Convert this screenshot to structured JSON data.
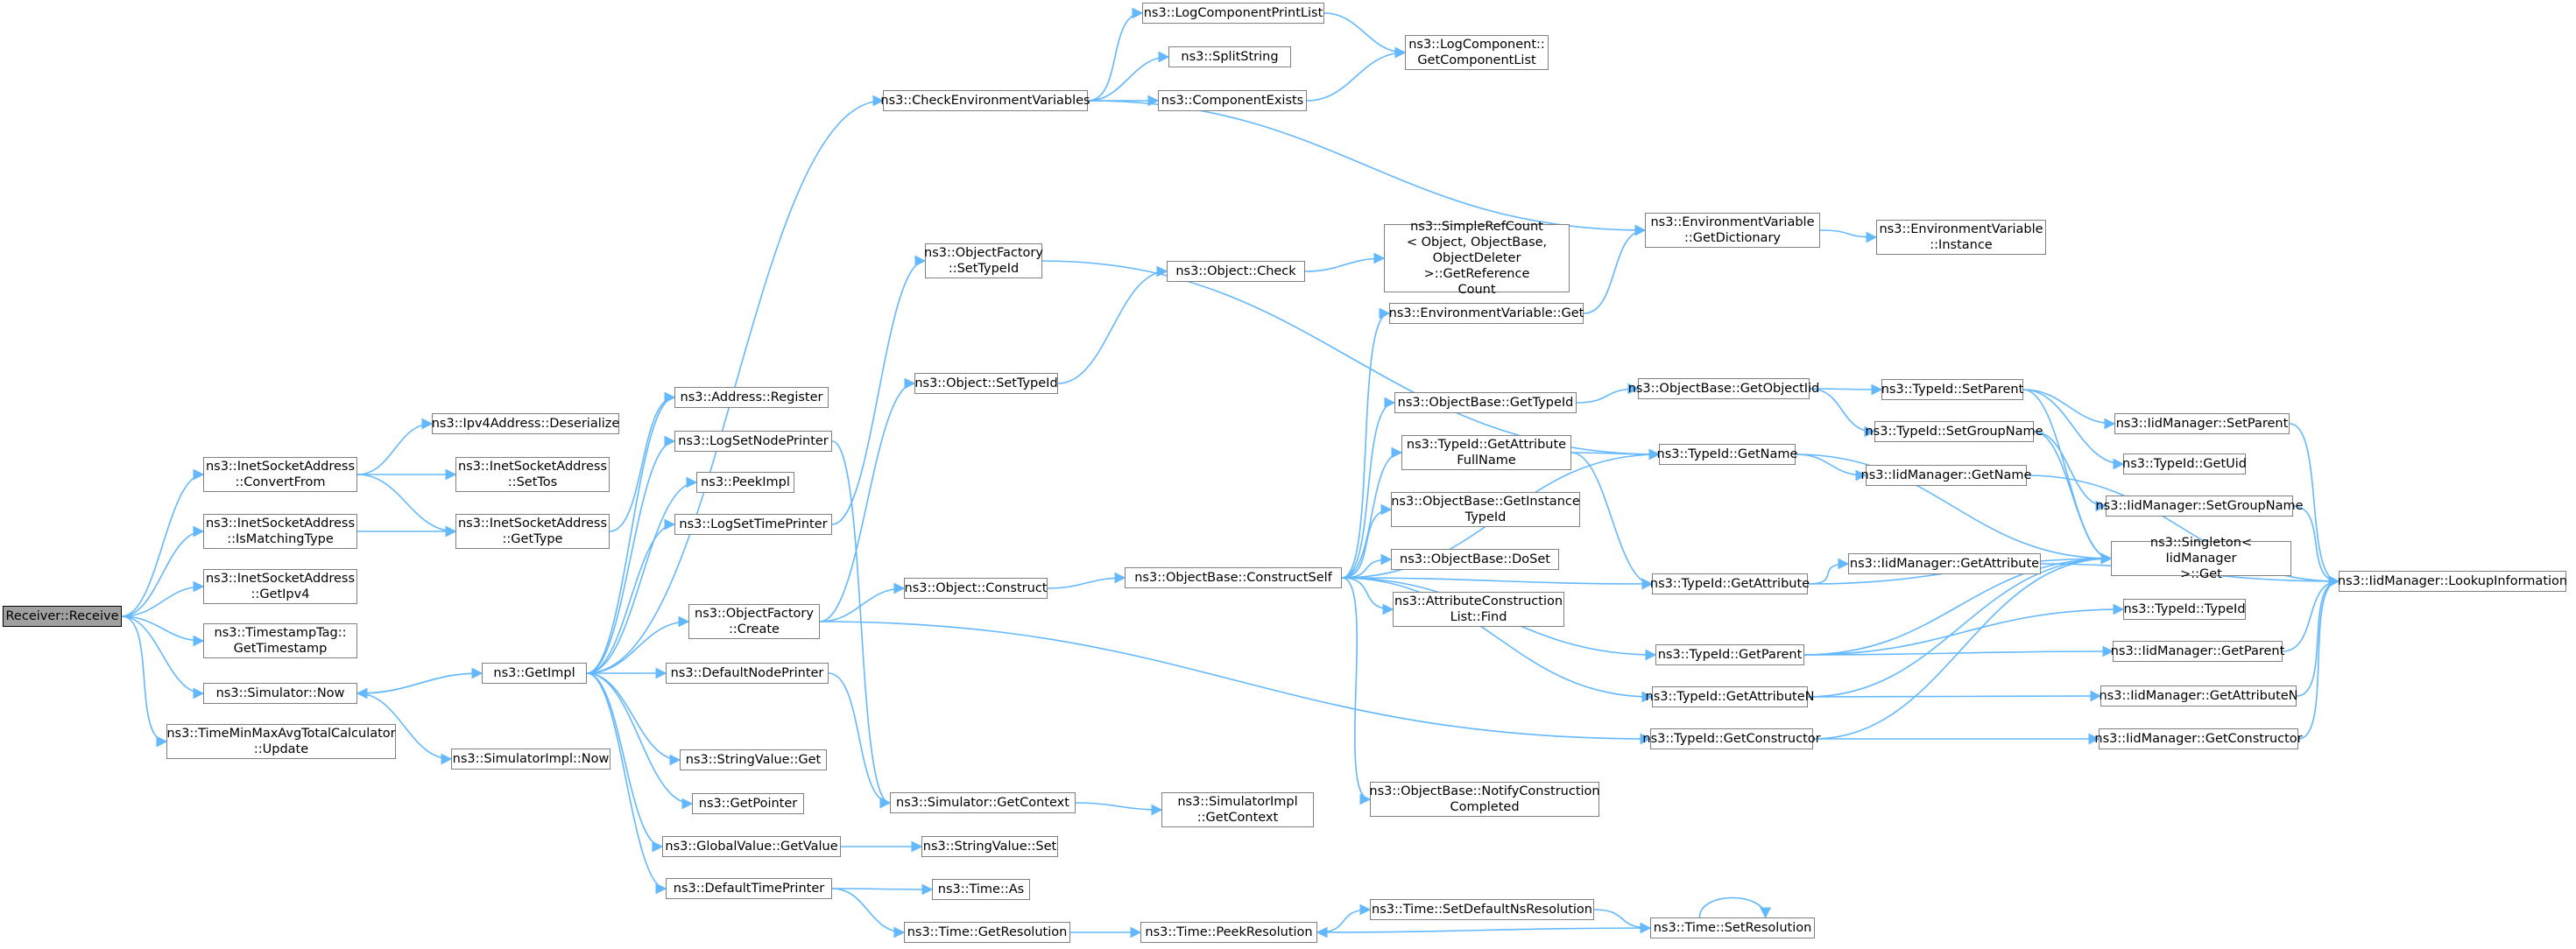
{
  "colors": {
    "edge": "#63b8ff",
    "node_border": "#808080",
    "root_fill": "#a0a0a0",
    "text": "#000000"
  },
  "nodes": [
    {
      "id": "n0",
      "label": "Receiver::Receive",
      "root": true
    },
    {
      "id": "n1",
      "label": "ns3::InetSocketAddress\n::ConvertFrom"
    },
    {
      "id": "n2",
      "label": "ns3::InetSocketAddress\n::IsMatchingType"
    },
    {
      "id": "n3",
      "label": "ns3::InetSocketAddress\n::GetIpv4"
    },
    {
      "id": "n4",
      "label": "ns3::TimestampTag::\nGetTimestamp"
    },
    {
      "id": "n5",
      "label": "ns3::Simulator::Now"
    },
    {
      "id": "n6",
      "label": "ns3::TimeMinMaxAvgTotalCalculator\n::Update"
    },
    {
      "id": "n7",
      "label": "ns3::Ipv4Address::Deserialize"
    },
    {
      "id": "n8",
      "label": "ns3::InetSocketAddress\n::SetTos"
    },
    {
      "id": "n9",
      "label": "ns3::InetSocketAddress\n::GetType"
    },
    {
      "id": "n10",
      "label": "ns3::GetImpl"
    },
    {
      "id": "n11",
      "label": "ns3::SimulatorImpl::Now"
    },
    {
      "id": "n12",
      "label": "ns3::Address::Register"
    },
    {
      "id": "n13",
      "label": "ns3::LogSetNodePrinter"
    },
    {
      "id": "n14",
      "label": "ns3::PeekImpl"
    },
    {
      "id": "n15",
      "label": "ns3::LogSetTimePrinter"
    },
    {
      "id": "n16",
      "label": "ns3::ObjectFactory\n::Create"
    },
    {
      "id": "n17",
      "label": "ns3::DefaultNodePrinter"
    },
    {
      "id": "n18",
      "label": "ns3::StringValue::Get"
    },
    {
      "id": "n19",
      "label": "ns3::GetPointer"
    },
    {
      "id": "n20",
      "label": "ns3::GlobalValue::GetValue"
    },
    {
      "id": "n21",
      "label": "ns3::DefaultTimePrinter"
    },
    {
      "id": "n22",
      "label": "ns3::CheckEnvironmentVariables"
    },
    {
      "id": "n23",
      "label": "ns3::ObjectFactory\n::SetTypeId"
    },
    {
      "id": "n24",
      "label": "ns3::Object::SetTypeId"
    },
    {
      "id": "n25",
      "label": "ns3::Object::Construct"
    },
    {
      "id": "n26",
      "label": "ns3::Simulator::GetContext"
    },
    {
      "id": "n27",
      "label": "ns3::StringValue::Set"
    },
    {
      "id": "n28",
      "label": "ns3::Time::As"
    },
    {
      "id": "n29",
      "label": "ns3::Time::GetResolution"
    },
    {
      "id": "n30",
      "label": "ns3::LogComponentPrintList"
    },
    {
      "id": "n31",
      "label": "ns3::SplitString"
    },
    {
      "id": "n32",
      "label": "ns3::ComponentExists"
    },
    {
      "id": "n33",
      "label": "ns3::Object::Check"
    },
    {
      "id": "n34",
      "label": "ns3::ObjectBase::ConstructSelf"
    },
    {
      "id": "n35",
      "label": "ns3::SimulatorImpl\n::GetContext"
    },
    {
      "id": "n36",
      "label": "ns3::Time::PeekResolution"
    },
    {
      "id": "n37",
      "label": "ns3::LogComponent::\nGetComponentList"
    },
    {
      "id": "n38",
      "label": "ns3::SimpleRefCount\n< Object, ObjectBase,\n ObjectDeleter >::GetReference\nCount"
    },
    {
      "id": "n39",
      "label": "ns3::EnvironmentVariable::Get"
    },
    {
      "id": "n40",
      "label": "ns3::ObjectBase::GetTypeId"
    },
    {
      "id": "n41",
      "label": "ns3::TypeId::GetAttribute\nFullName"
    },
    {
      "id": "n42",
      "label": "ns3::ObjectBase::GetInstance\nTypeId"
    },
    {
      "id": "n43",
      "label": "ns3::ObjectBase::DoSet"
    },
    {
      "id": "n44",
      "label": "ns3::AttributeConstruction\nList::Find"
    },
    {
      "id": "n45",
      "label": "ns3::ObjectBase::NotifyConstruction\nCompleted"
    },
    {
      "id": "n46",
      "label": "ns3::Time::SetDefaultNsResolution"
    },
    {
      "id": "n47",
      "label": "ns3::EnvironmentVariable\n::GetDictionary"
    },
    {
      "id": "n48",
      "label": "ns3::ObjectBase::GetObjectIid"
    },
    {
      "id": "n49",
      "label": "ns3::TypeId::GetName"
    },
    {
      "id": "n50",
      "label": "ns3::TypeId::GetAttribute"
    },
    {
      "id": "n51",
      "label": "ns3::TypeId::GetParent"
    },
    {
      "id": "n52",
      "label": "ns3::TypeId::GetAttributeN"
    },
    {
      "id": "n53",
      "label": "ns3::TypeId::GetConstructor"
    },
    {
      "id": "n54",
      "label": "ns3::Time::SetResolution"
    },
    {
      "id": "n55",
      "label": "ns3::EnvironmentVariable\n::Instance"
    },
    {
      "id": "n56",
      "label": "ns3::TypeId::SetParent"
    },
    {
      "id": "n57",
      "label": "ns3::TypeId::SetGroupName"
    },
    {
      "id": "n58",
      "label": "ns3::IidManager::GetName"
    },
    {
      "id": "n59",
      "label": "ns3::IidManager::GetAttribute"
    },
    {
      "id": "n60",
      "label": "ns3::Singleton< IidManager\n >::Get"
    },
    {
      "id": "n61",
      "label": "ns3::TypeId::TypeId"
    },
    {
      "id": "n62",
      "label": "ns3::IidManager::GetParent"
    },
    {
      "id": "n63",
      "label": "ns3::IidManager::GetAttributeN"
    },
    {
      "id": "n64",
      "label": "ns3::IidManager::GetConstructor"
    },
    {
      "id": "n65",
      "label": "ns3::IidManager::SetParent"
    },
    {
      "id": "n66",
      "label": "ns3::TypeId::GetUid"
    },
    {
      "id": "n67",
      "label": "ns3::IidManager::SetGroupName"
    },
    {
      "id": "n68",
      "label": "ns3::IidManager::LookupInformation"
    }
  ],
  "edges": [
    [
      "n0",
      "n1"
    ],
    [
      "n0",
      "n2"
    ],
    [
      "n0",
      "n3"
    ],
    [
      "n0",
      "n4"
    ],
    [
      "n0",
      "n5"
    ],
    [
      "n0",
      "n6"
    ],
    [
      "n1",
      "n7"
    ],
    [
      "n1",
      "n8"
    ],
    [
      "n1",
      "n9"
    ],
    [
      "n2",
      "n9"
    ],
    [
      "n5",
      "n10"
    ],
    [
      "n5",
      "n11"
    ],
    [
      "n9",
      "n12"
    ],
    [
      "n10",
      "n12"
    ],
    [
      "n10",
      "n13"
    ],
    [
      "n10",
      "n14"
    ],
    [
      "n10",
      "n15"
    ],
    [
      "n10",
      "n16"
    ],
    [
      "n10",
      "n17"
    ],
    [
      "n10",
      "n18"
    ],
    [
      "n10",
      "n19"
    ],
    [
      "n10",
      "n20"
    ],
    [
      "n10",
      "n21"
    ],
    [
      "n10",
      "n22"
    ],
    [
      "n10",
      "n5"
    ],
    [
      "n15",
      "n23"
    ],
    [
      "n16",
      "n24"
    ],
    [
      "n16",
      "n25"
    ],
    [
      "n16",
      "n53"
    ],
    [
      "n17",
      "n26"
    ],
    [
      "n13",
      "n26"
    ],
    [
      "n20",
      "n27"
    ],
    [
      "n21",
      "n28"
    ],
    [
      "n21",
      "n29"
    ],
    [
      "n22",
      "n30"
    ],
    [
      "n22",
      "n31"
    ],
    [
      "n22",
      "n32"
    ],
    [
      "n22",
      "n47"
    ],
    [
      "n23",
      "n49"
    ],
    [
      "n24",
      "n33"
    ],
    [
      "n25",
      "n34"
    ],
    [
      "n26",
      "n35"
    ],
    [
      "n29",
      "n36"
    ],
    [
      "n30",
      "n37"
    ],
    [
      "n32",
      "n37"
    ],
    [
      "n33",
      "n38"
    ],
    [
      "n34",
      "n39"
    ],
    [
      "n34",
      "n40"
    ],
    [
      "n34",
      "n41"
    ],
    [
      "n34",
      "n42"
    ],
    [
      "n34",
      "n43"
    ],
    [
      "n34",
      "n44"
    ],
    [
      "n34",
      "n45"
    ],
    [
      "n34",
      "n49"
    ],
    [
      "n34",
      "n50"
    ],
    [
      "n34",
      "n51"
    ],
    [
      "n34",
      "n52"
    ],
    [
      "n36",
      "n46"
    ],
    [
      "n39",
      "n47"
    ],
    [
      "n40",
      "n48"
    ],
    [
      "n41",
      "n49"
    ],
    [
      "n41",
      "n50"
    ],
    [
      "n46",
      "n54"
    ],
    [
      "n54",
      "n36"
    ],
    [
      "n54",
      "n54"
    ],
    [
      "n47",
      "n55"
    ],
    [
      "n48",
      "n56"
    ],
    [
      "n48",
      "n57"
    ],
    [
      "n49",
      "n58"
    ],
    [
      "n49",
      "n60"
    ],
    [
      "n50",
      "n59"
    ],
    [
      "n50",
      "n60"
    ],
    [
      "n51",
      "n60"
    ],
    [
      "n51",
      "n61"
    ],
    [
      "n51",
      "n62"
    ],
    [
      "n52",
      "n60"
    ],
    [
      "n52",
      "n63"
    ],
    [
      "n53",
      "n60"
    ],
    [
      "n53",
      "n64"
    ],
    [
      "n56",
      "n60"
    ],
    [
      "n56",
      "n65"
    ],
    [
      "n56",
      "n66"
    ],
    [
      "n57",
      "n60"
    ],
    [
      "n57",
      "n67"
    ],
    [
      "n58",
      "n68"
    ],
    [
      "n59",
      "n68"
    ],
    [
      "n62",
      "n68"
    ],
    [
      "n63",
      "n68"
    ],
    [
      "n64",
      "n68"
    ],
    [
      "n65",
      "n68"
    ],
    [
      "n67",
      "n68"
    ]
  ]
}
